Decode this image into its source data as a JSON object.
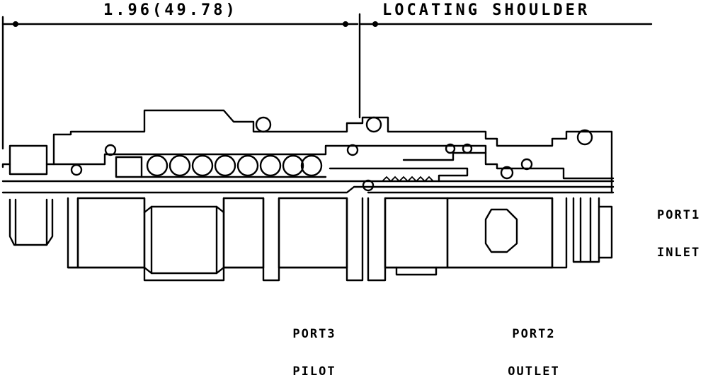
{
  "dimension": {
    "text": "1.96(49.78)"
  },
  "callout": {
    "text": "LOCATING SHOULDER"
  },
  "ports": [
    {
      "line1": "PORT1",
      "line2": "INLET"
    },
    {
      "line1": "PORT3",
      "line2": "PILOT"
    },
    {
      "line1": "PORT2",
      "line2": "OUTLET"
    }
  ]
}
